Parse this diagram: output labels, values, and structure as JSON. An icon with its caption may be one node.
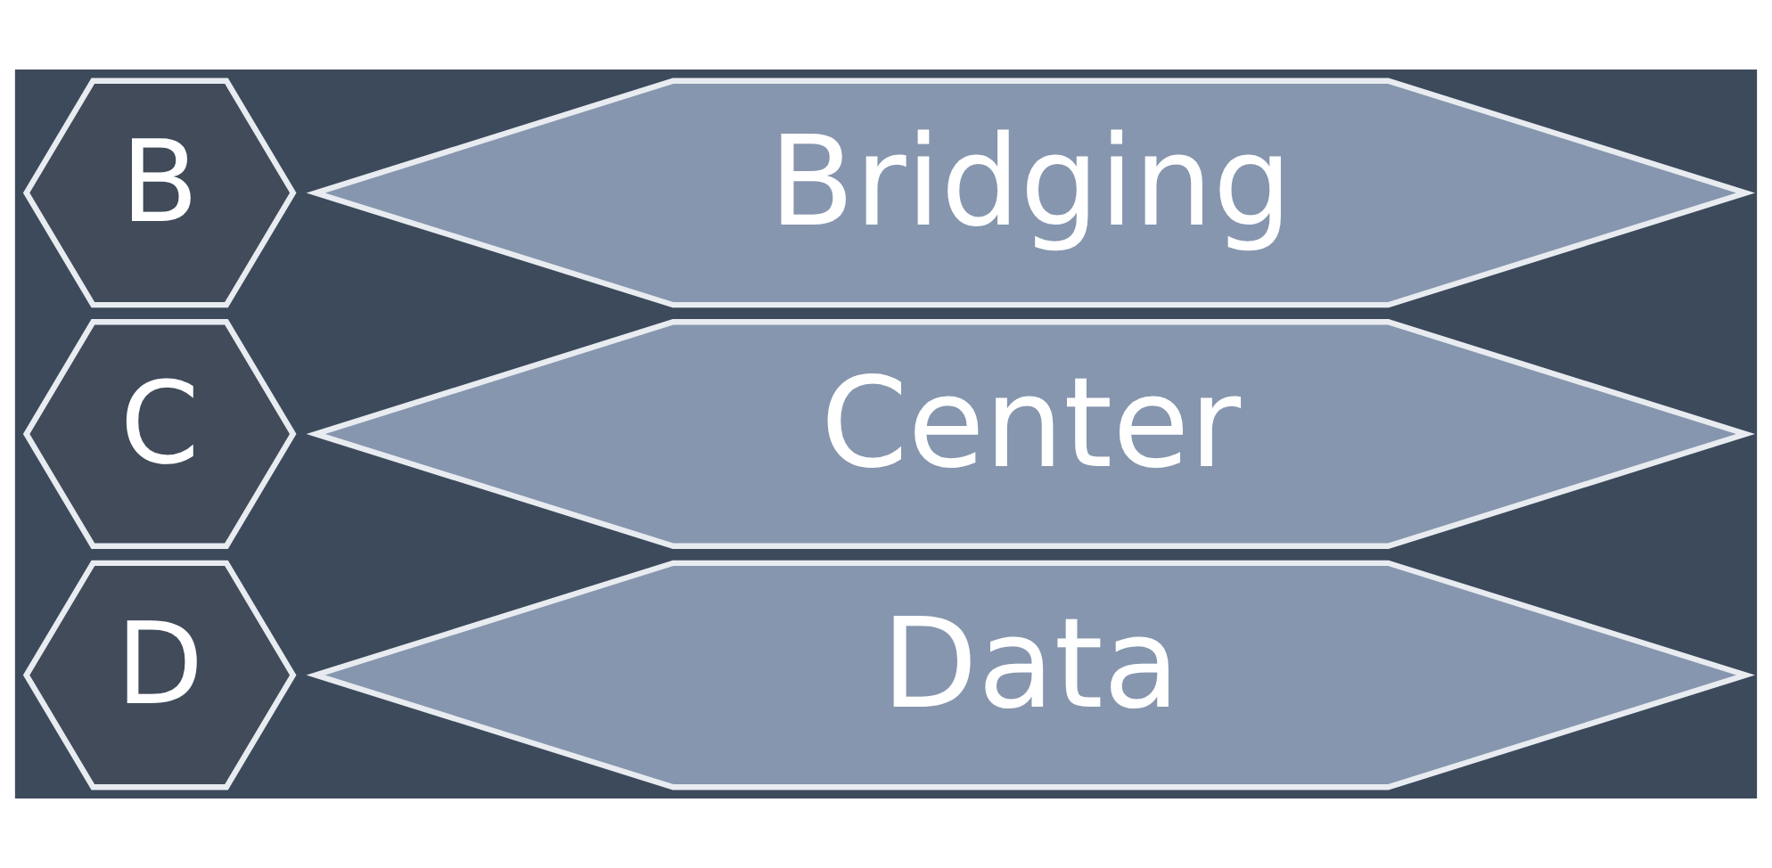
{
  "diagram": {
    "nodes": [
      {
        "text": [
          "D"
        ]
      },
      {
        "text": [
          "Data"
        ]
      },
      {
        "text": [
          "C"
        ]
      },
      {
        "text": [
          "Center"
        ]
      },
      {
        "text": [
          "B"
        ]
      },
      {
        "text": [
          "Bridging"
        ]
      }
    ]
  }
}
